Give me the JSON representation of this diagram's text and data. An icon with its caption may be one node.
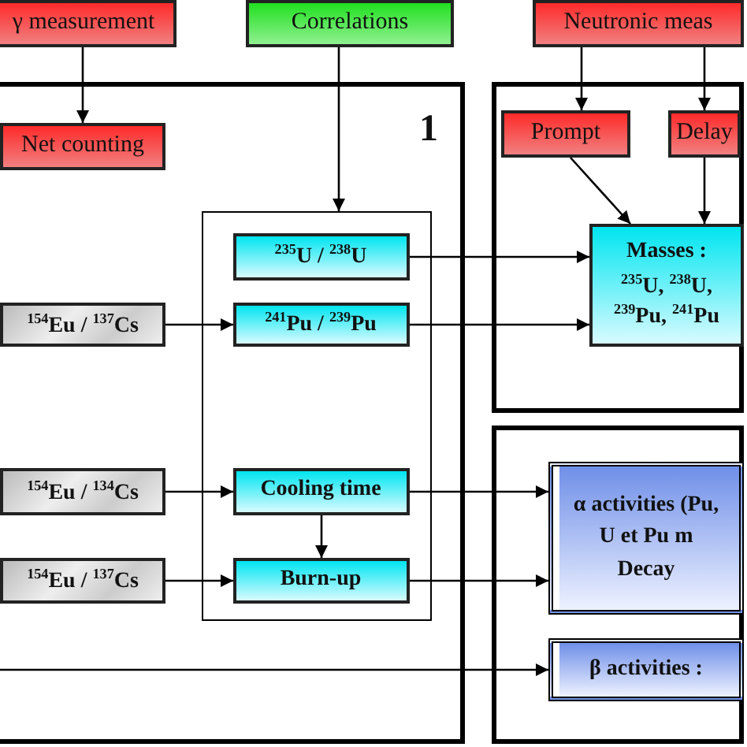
{
  "diagram": {
    "nodes": [
      {
        "text": [
          "γ measurement"
        ]
      },
      {
        "text": [
          "Correlations"
        ]
      },
      {
        "text": [
          "Neutronic meas"
        ]
      },
      {
        "text": [
          "1"
        ]
      },
      {
        "text": [
          "Net counting"
        ],
        "in": 3
      },
      {
        "text": [],
        "shape": "box",
        "in": 3
      },
      {
        "text": [
          "$^{235}$U / $^{238}$U"
        ],
        "in": 5
      },
      {
        "text": [
          "$^{154}$Eu / $^{137}$Cs"
        ],
        "in": 3
      },
      {
        "text": [
          "$^{241}$Pu / $^{239}$Pu"
        ],
        "in": 5
      },
      {
        "text": [
          "$^{154}$Eu / $^{134}$Cs"
        ],
        "in": 3
      },
      {
        "text": [
          "Cooling time"
        ],
        "in": 5
      },
      {
        "text": [
          "$^{154}$Eu / $^{137}$Cs"
        ],
        "in": 3
      },
      {
        "text": [
          "Burn-up"
        ],
        "in": 5
      },
      {
        "text": [],
        "shape": "box"
      },
      {
        "text": [
          "Prompt"
        ],
        "in": 13
      },
      {
        "text": [
          "Delay"
        ],
        "in": 13
      },
      {
        "text": [
          "Masses :",
          "$^{235}$U, $^{238}$U, $^{239}$Pu, $^{241}$Pu"
        ],
        "in": 13
      },
      {
        "text": [],
        "shape": "box"
      },
      {
        "text": [
          "α activities (Pu,",
          "U et Pu m",
          "Decay"
        ],
        "in": 17
      },
      {
        "text": [
          "β activities :"
        ],
        "in": 17
      }
    ],
    "edges": [
      {
        "from": 0,
        "to": 4,
        "arrow": "to"
      },
      {
        "from": 1,
        "to": 5,
        "arrow": "to"
      },
      {
        "from": 2,
        "to": 14,
        "arrow": "to"
      },
      {
        "from": 2,
        "to": 15,
        "arrow": "to"
      },
      {
        "from": 14,
        "to": 16,
        "arrow": "to"
      },
      {
        "from": 15,
        "to": 16,
        "arrow": "to"
      },
      {
        "from": 6,
        "to": 16,
        "arrow": "to"
      },
      {
        "from": 8,
        "to": 16,
        "arrow": "to"
      },
      {
        "from": 7,
        "to": 8,
        "arrow": "to"
      },
      {
        "from": 9,
        "to": 10,
        "arrow": "to"
      },
      {
        "from": 11,
        "to": 12,
        "arrow": "to"
      },
      {
        "from": 10,
        "to": 12,
        "arrow": "to"
      },
      {
        "from": 10,
        "to": 18,
        "arrow": "to"
      },
      {
        "from": 12,
        "to": 18,
        "arrow": "to"
      },
      {
        "from": 3,
        "to": 19,
        "arrow": "to"
      }
    ]
  }
}
